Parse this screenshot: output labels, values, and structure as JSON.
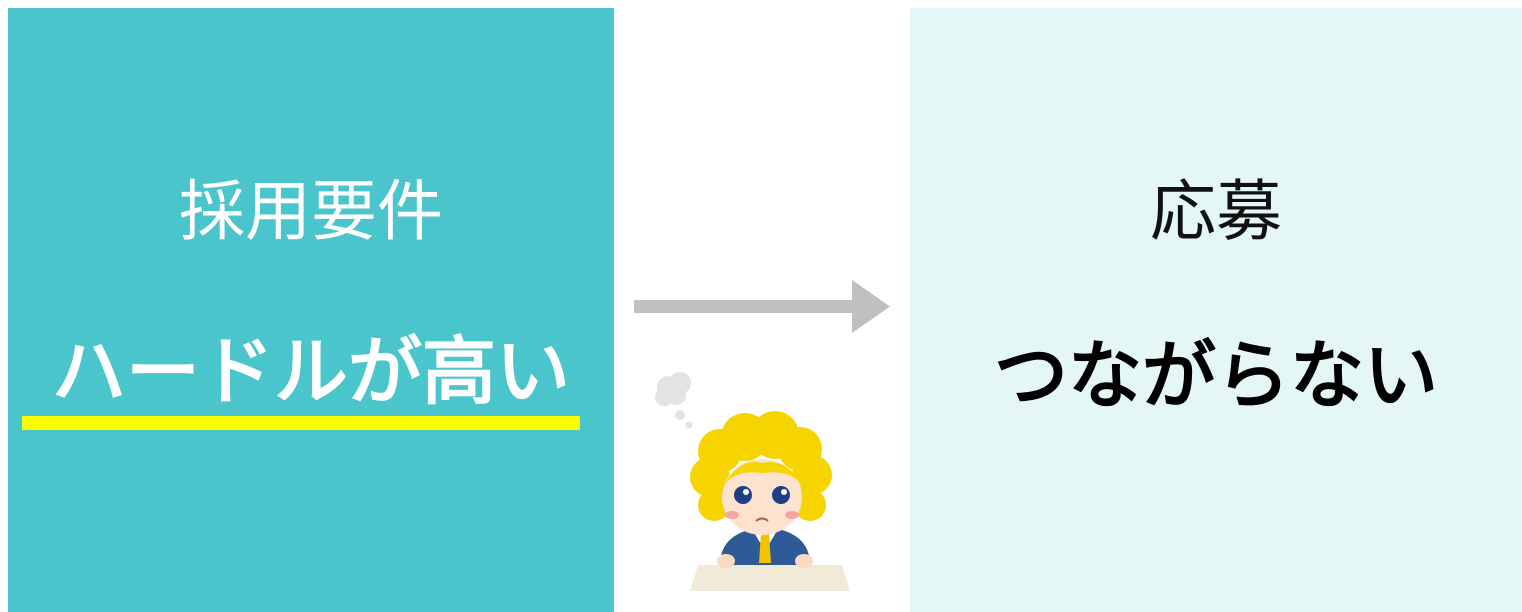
{
  "left_panel": {
    "subtitle": "採用要件",
    "headline": "ハードルが高い",
    "color": "#4ac5cc",
    "underline_color": "#ffff00"
  },
  "right_panel": {
    "subtitle": "応募",
    "headline": "つながらない",
    "color": "#e4f6f6"
  },
  "connector": {
    "icon": "right-arrow-icon",
    "color": "#c0c0c0"
  },
  "illustration": {
    "icon": "worried-person-icon"
  }
}
